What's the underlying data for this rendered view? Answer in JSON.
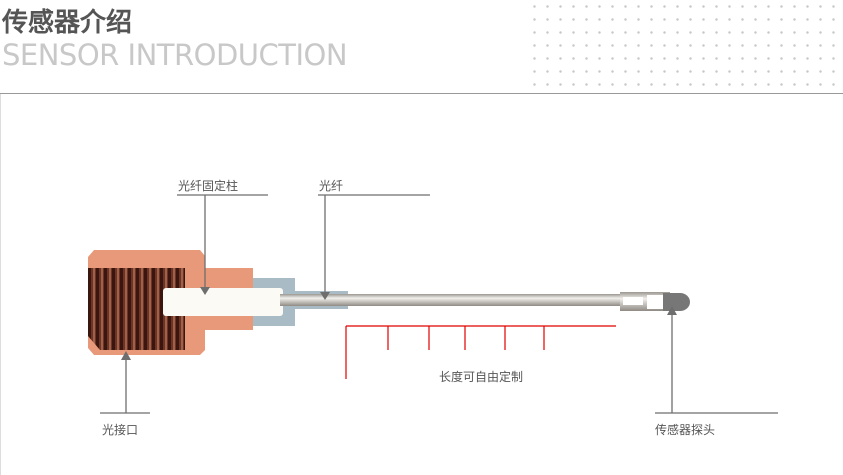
{
  "header": {
    "title_cn": "传感器介绍",
    "title_en": "SENSOR INTRODUCTION"
  },
  "diagram": {
    "labels": {
      "fiber_post": "光纤固定柱",
      "fiber": "光纤",
      "optical_port": "光接口",
      "sensor_probe": "传感器探头",
      "length_note": "长度可自由定制"
    },
    "colors": {
      "nut": "#e8997a",
      "thread_dark": "#5a2a1e",
      "fitting": "#a9bcc6",
      "measure": "#e00000",
      "leader": "#6e6e6e"
    }
  }
}
